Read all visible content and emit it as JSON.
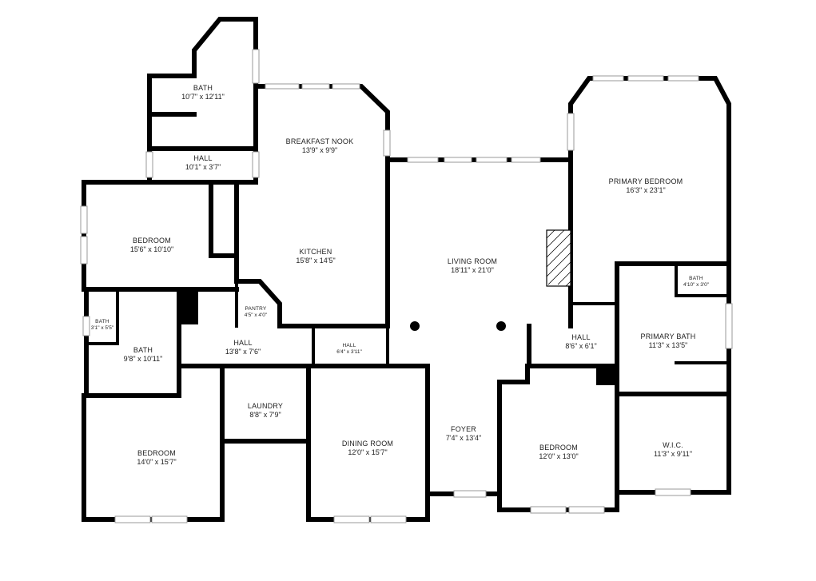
{
  "rooms": {
    "bath_top": {
      "name": "BATH",
      "dims": "10'7\" x 12'11\""
    },
    "hall_top": {
      "name": "HALL",
      "dims": "10'1\" x 3'7\""
    },
    "breakfast_nook": {
      "name": "BREAKFAST NOOK",
      "dims": "13'9\" x 9'9\""
    },
    "kitchen": {
      "name": "KITCHEN",
      "dims": "15'8\" x 14'5\""
    },
    "pantry": {
      "name": "PANTRY",
      "dims": "4'5\" x 4'0\""
    },
    "bedroom_left": {
      "name": "BEDROOM",
      "dims": "15'6\" x 10'10\""
    },
    "bath_small": {
      "name": "BATH",
      "dims": "3'1\" x 5'5\""
    },
    "bath_left": {
      "name": "BATH",
      "dims": "9'8\" x 10'11\""
    },
    "hall_mid": {
      "name": "HALL",
      "dims": "13'8\" x 7'6\""
    },
    "hall_small": {
      "name": "HALL",
      "dims": "6'4\" x 3'11\""
    },
    "living_room": {
      "name": "LIVING ROOM",
      "dims": "18'11\" x 21'0\""
    },
    "primary_bedroom": {
      "name": "PRIMARY BEDROOM",
      "dims": "16'3\" x 23'1\""
    },
    "bath_primary_small": {
      "name": "BATH",
      "dims": "4'10\" x 3'0\""
    },
    "primary_bath": {
      "name": "PRIMARY BATH",
      "dims": "11'3\" x 13'5\""
    },
    "hall_right": {
      "name": "HALL",
      "dims": "8'6\" x 6'1\""
    },
    "laundry": {
      "name": "LAUNDRY",
      "dims": "8'8\" x 7'9\""
    },
    "dining_room": {
      "name": "DINING ROOM",
      "dims": "12'0\" x 15'7\""
    },
    "foyer": {
      "name": "FOYER",
      "dims": "7'4\" x 13'4\""
    },
    "bedroom_front": {
      "name": "BEDROOM",
      "dims": "12'0\" x 13'0\""
    },
    "wic": {
      "name": "W.I.C.",
      "dims": "11'3\" x 9'11\""
    },
    "bedroom_bottom_left": {
      "name": "BEDROOM",
      "dims": "14'0\" x 15'7\""
    }
  }
}
